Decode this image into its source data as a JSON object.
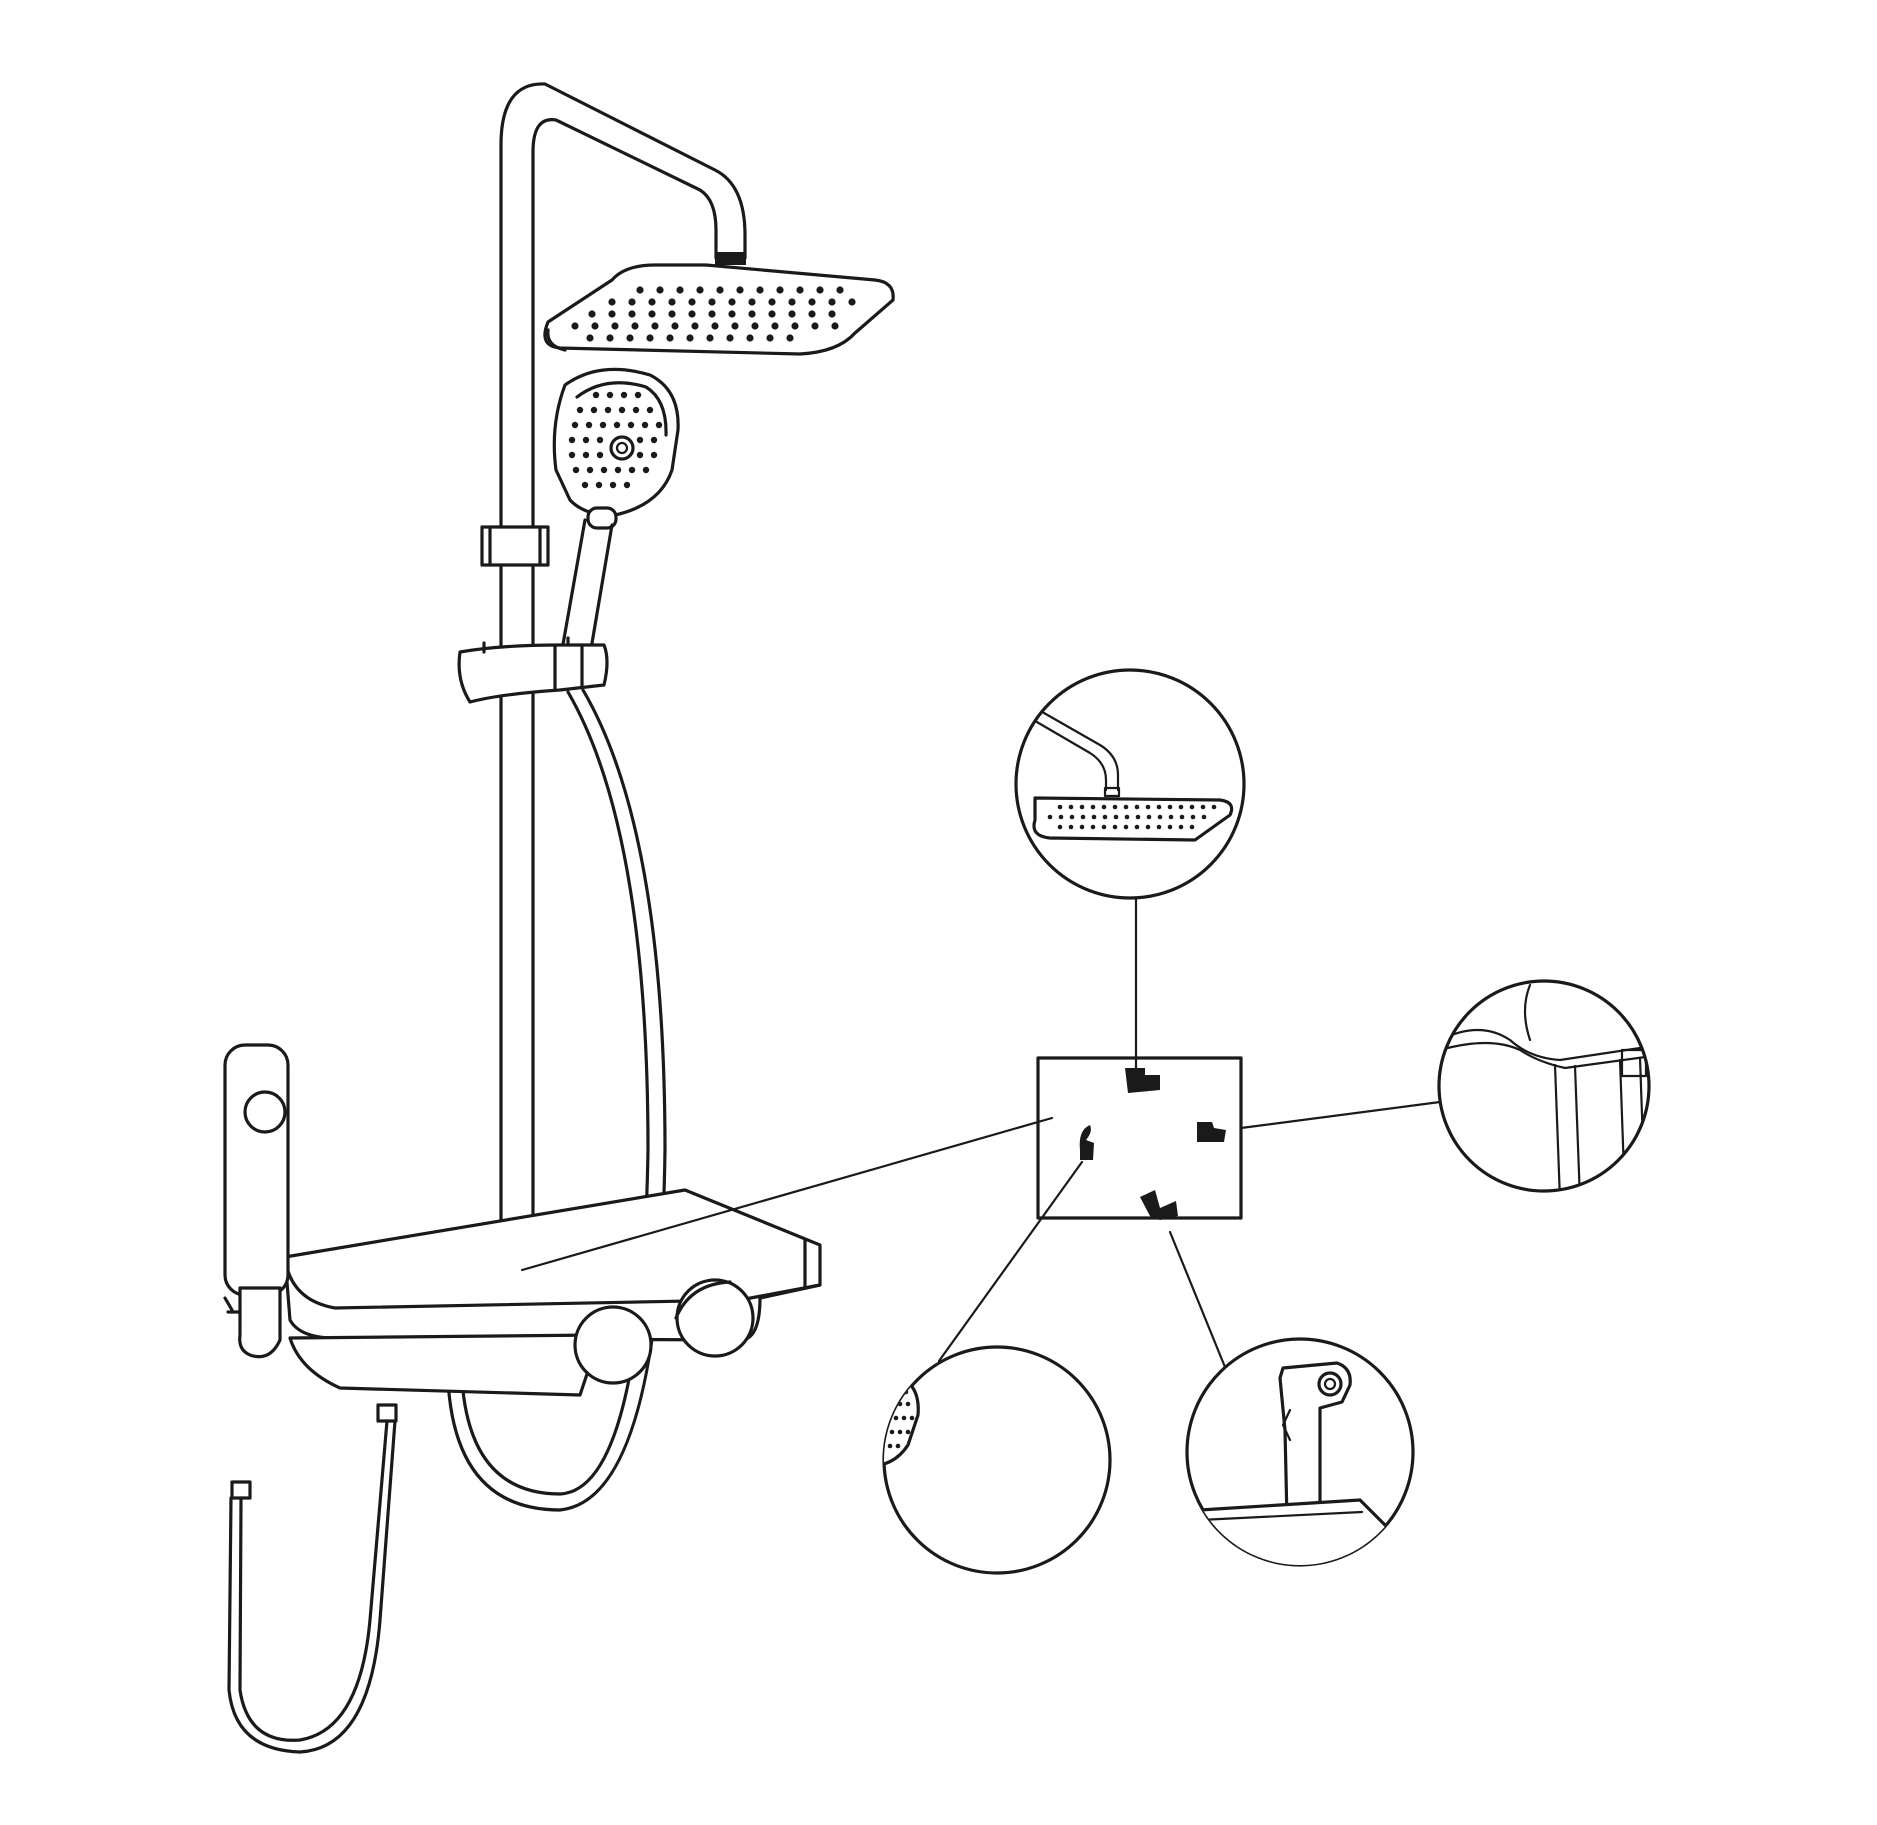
{
  "figure": {
    "kind": "line-art product illustration",
    "subject": "shower system",
    "stroke_color": "#1a1a1a",
    "background_color": "#ffffff",
    "parts": [
      "overhead-shower-head",
      "riser-pipe",
      "hand-shower",
      "hand-shower-holder",
      "hose",
      "shelf-mixer",
      "handheld-spray",
      "spray-hose"
    ],
    "detail_callouts": [
      "overhead-shower-detail",
      "shelf-corner-detail",
      "hand-shower-detail",
      "spray-holder-detail"
    ],
    "text_labels": []
  }
}
